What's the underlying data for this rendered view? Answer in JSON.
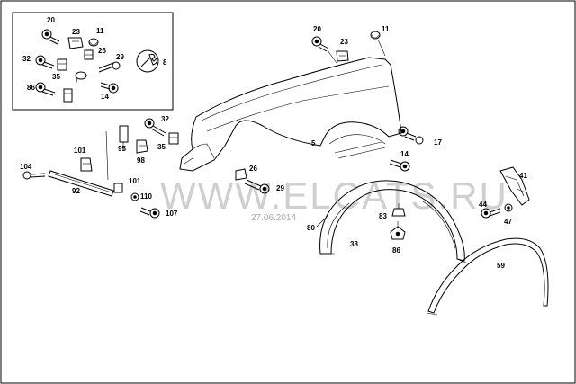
{
  "watermark": {
    "text": "WWW.ELCATS.RU",
    "date": "27.06.2014"
  },
  "inset_labels": [
    "20",
    "23",
    "11",
    "26",
    "32",
    "29",
    "8",
    "35",
    "86",
    "14"
  ],
  "labels": {
    "fender_20": "20",
    "fender_23": "23",
    "fender_11": "11",
    "fender_5": "5",
    "bolt_32": "32",
    "clip_35": "35",
    "bracket_95": "95",
    "clip_98": "98",
    "bolt_17": "17",
    "bolt_14": "14",
    "clip_26": "26",
    "screw_29": "29",
    "strip_101a": "101",
    "strip_101b": "101",
    "strip_92": "92",
    "screw_104": "104",
    "washer_110": "110",
    "bolt_107": "107",
    "liner_80": "80",
    "liner_38": "38",
    "nut_83": "83",
    "bolt_86": "86",
    "bolt_44": "44",
    "washer_47": "47",
    "bracket_41": "41",
    "molding_59": "59"
  }
}
